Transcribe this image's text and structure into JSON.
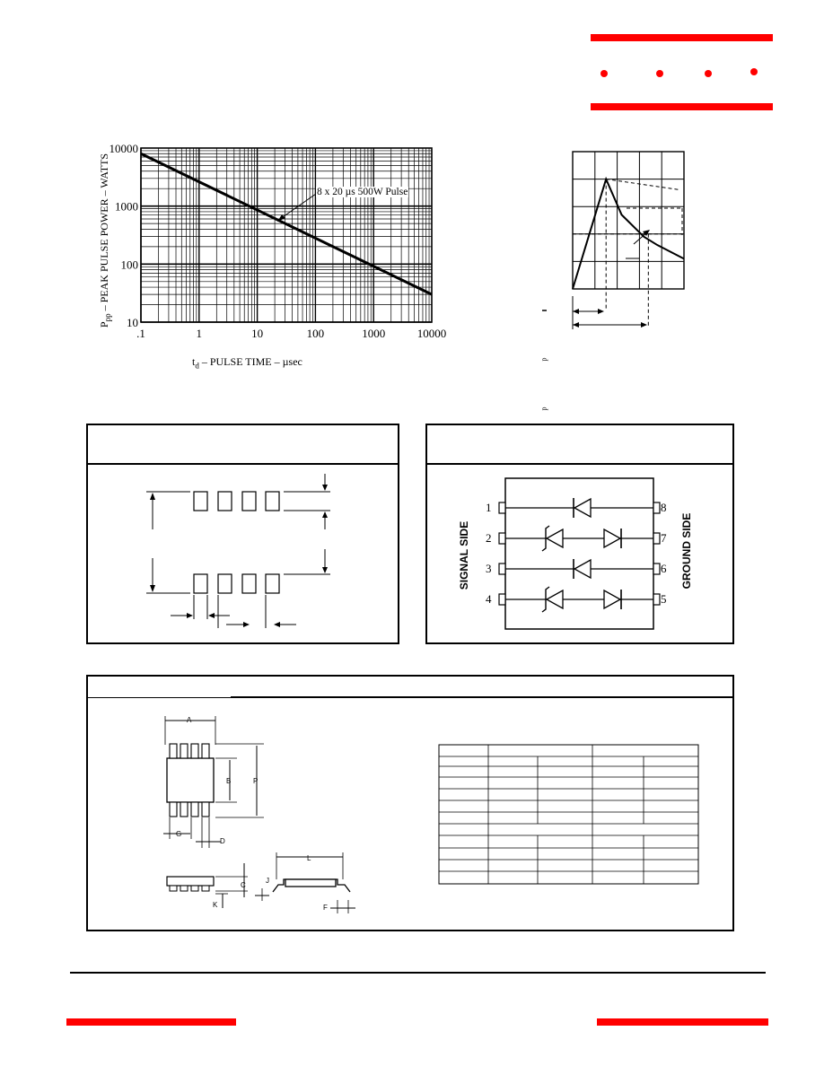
{
  "colors": {
    "accent": "#ff0000",
    "ink": "#000000",
    "background": "#ffffff"
  },
  "power_chart": {
    "chart_data": {
      "type": "line",
      "x_scale": "log",
      "y_scale": "log",
      "xlim": [
        0.1,
        10000
      ],
      "ylim": [
        10,
        10000
      ],
      "x_ticks": [
        ".1",
        "1",
        "10",
        "100",
        "1000",
        "10000"
      ],
      "y_ticks": [
        "10000",
        "1000",
        "100",
        "10"
      ],
      "xlabel_main": "t",
      "xlabel_sub": "d",
      "xlabel_rest": " – PULSE TIME – µsec",
      "ylabel_main": "P",
      "ylabel_sub": "pp",
      "ylabel_rest": " – PEAK PULSE POWER – WATTS",
      "grid": true,
      "series": [
        {
          "name": "8 x 20 µs 500W Pulse",
          "x": [
            0.1,
            10000
          ],
          "y": [
            8000,
            30
          ]
        }
      ],
      "annotation": "8 x 20 µs 500W Pulse"
    }
  },
  "pulse_chart": {
    "chart_data": {
      "type": "line",
      "grid": true,
      "series": [
        {
          "x": [
            0,
            1.5,
            2.2,
            3.2,
            3.8,
            5
          ],
          "y": [
            0,
            4,
            2.7,
            1.9,
            1.6,
            1.1
          ]
        }
      ]
    },
    "glyph_p": "p"
  },
  "pinout": {
    "left_pins": [
      "1",
      "2",
      "3",
      "4"
    ],
    "right_pins": [
      "8",
      "7",
      "6",
      "5"
    ],
    "left_side_label": "SIGNAL SIDE",
    "right_side_label": "GROUND SIDE"
  },
  "package": {
    "labels": {
      "A": "A",
      "B": "B",
      "P": "P",
      "G": "G",
      "D": "D",
      "C": "C",
      "J": "J",
      "K": "K",
      "L": "L",
      "F": "F"
    }
  }
}
